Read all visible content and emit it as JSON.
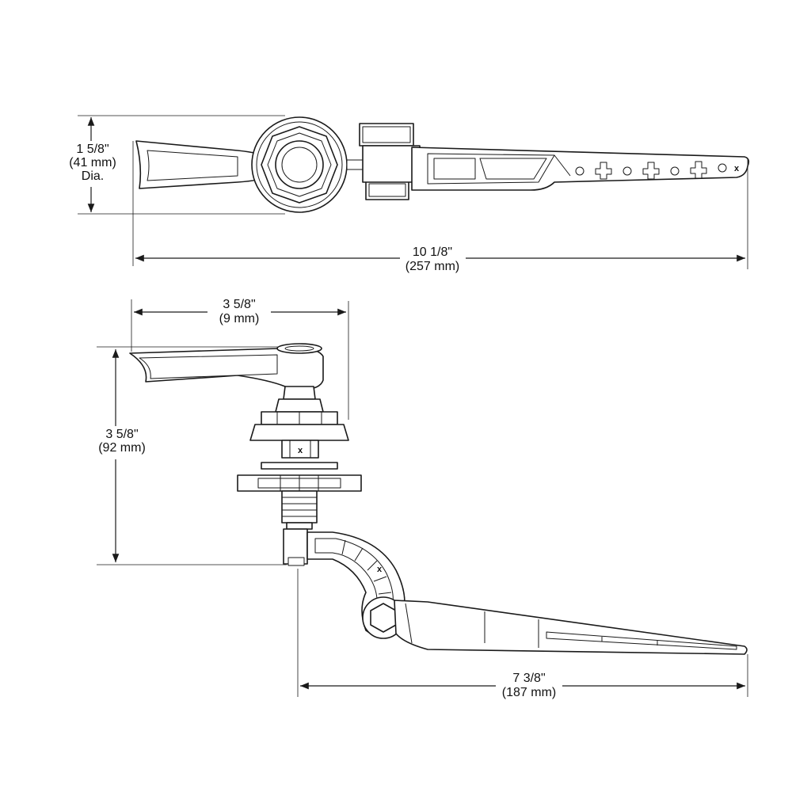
{
  "diagram": {
    "top_view": {
      "height_dim": {
        "line1": "1 5/8\"",
        "line2": "(41 mm)",
        "line3": "Dia."
      },
      "length_dim": {
        "line1": "10 1/8\"",
        "line2": "(257 mm)"
      },
      "arm_mark": "x"
    },
    "side_view": {
      "width_dim": {
        "line1": "3 5/8\"",
        "line2": "(9 mm)"
      },
      "height_dim": {
        "line1": "3 5/8\"",
        "line2": "(92 mm)"
      },
      "nut_mark": "x",
      "arm_mark": "x"
    },
    "arm_view": {
      "length_dim": {
        "line1": "7 3/8\"",
        "line2": "(187 mm)"
      }
    }
  }
}
